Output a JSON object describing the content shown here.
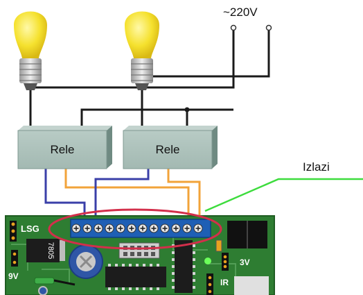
{
  "voltage_label": "~220V",
  "relays": [
    {
      "label": "Rele"
    },
    {
      "label": "Rele"
    }
  ],
  "outputs_label": "Izlazi",
  "board": {
    "labels": {
      "lsg": "LSG",
      "v9": "9V",
      "v3": "3V",
      "ir": "IR",
      "regulator": "7805"
    }
  },
  "colors": {
    "bulb": "#F5E12E",
    "relay": "#8FA9A1",
    "board": "#2E7D32",
    "terminal": "#1E5FB5",
    "wire_blue": "#3A3FA8",
    "wire_orange": "#F2A33A",
    "highlight_ellipse": "#D32F4B",
    "callout": "#3DDC3D"
  }
}
